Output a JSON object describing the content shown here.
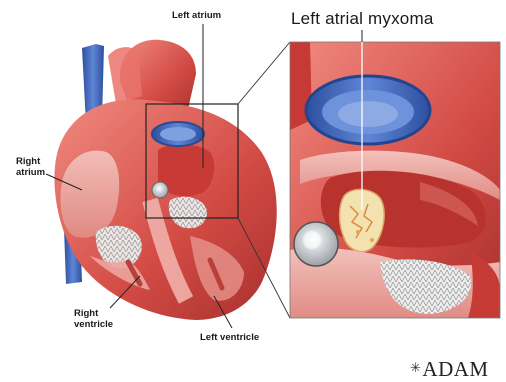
{
  "labels": {
    "left_atrium": "Left atrium",
    "left_atrial_myxoma": "Left atrial myxoma",
    "right_atrium_line1": "Right",
    "right_atrium_line2": "atrium",
    "right_ventricle_line1": "Right",
    "right_ventricle_line2": "ventricle",
    "left_ventricle": "Left ventricle"
  },
  "brand": {
    "name": "ADAM",
    "icon": "asterisk-star-icon"
  },
  "colors": {
    "heart_red": "#d9534c",
    "vessel_blue": "#3f63b8",
    "tissue_pink": "#e89a93",
    "valve_grey": "#d8d8d8"
  }
}
